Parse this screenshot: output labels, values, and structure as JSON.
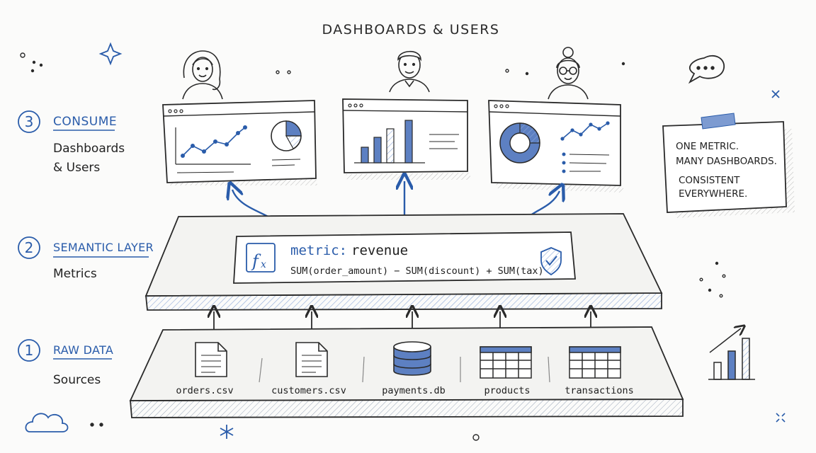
{
  "title": "DASHBOARDS & USERS",
  "colors": {
    "ink": "#2a2a2a",
    "accent": "#2a5caa",
    "accent_light": "#9fb7df",
    "paper": "#fbfbfa"
  },
  "tiers": [
    {
      "number": "3",
      "title": "CONSUME",
      "subtitle_lines": [
        "Dashboards",
        "& Users"
      ]
    },
    {
      "number": "2",
      "title": "SEMANTIC LAYER",
      "subtitle_lines": [
        "Metrics"
      ]
    },
    {
      "number": "1",
      "title": "RAW DATA",
      "subtitle_lines": [
        "Sources"
      ]
    }
  ],
  "metric": {
    "label": "metric:",
    "name": "revenue",
    "formula": "SUM(order_amount) − SUM(discount) + SUM(tax)"
  },
  "sources": [
    {
      "label": "orders.csv",
      "icon": "file-icon"
    },
    {
      "label": "customers.csv",
      "icon": "file-icon"
    },
    {
      "label": "payments.db",
      "icon": "database-icon"
    },
    {
      "label": "products",
      "icon": "table-icon"
    },
    {
      "label": "transactions",
      "icon": "table-icon"
    }
  ],
  "note": {
    "lines": [
      "ONE METRIC.",
      "MANY DASHBOARDS.",
      "CONSISTENT",
      "EVERYWHERE."
    ]
  },
  "users": [
    {
      "icon": "woman-avatar-icon"
    },
    {
      "icon": "man-avatar-icon"
    },
    {
      "icon": "woman-glasses-avatar-icon"
    }
  ]
}
